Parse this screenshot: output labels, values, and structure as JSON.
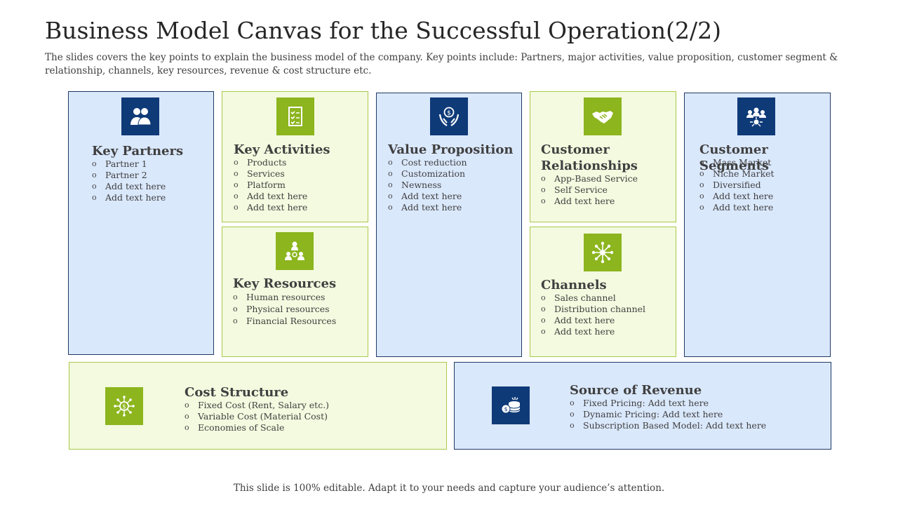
{
  "title": "Business Model Canvas for the Successful Operation(2/2)",
  "subtitle": "The slides covers the key points to explain the business model of the company. Key points include: Partners, major activities, value proposition, customer segment & relationship, channels, key resources, revenue & cost structure etc.",
  "footer": "This slide is 100% editable. Adapt it to your needs and capture your audience’s attention.",
  "colors": {
    "blue_fill": "#dae8fc",
    "green_fill": "#f3fadf",
    "navy_icon": "#0f3a78",
    "lime_icon": "#8cb51e"
  },
  "blocks": {
    "key_partners": {
      "heading": "Key Partners",
      "icon": "people-icon",
      "items": [
        "Partner  1",
        "Partner  2",
        "Add text here",
        "Add text here"
      ]
    },
    "key_activities": {
      "heading": "Key Activities",
      "icon": "checklist-icon",
      "items": [
        "Products",
        "Services",
        "Platform",
        "Add text here",
        "Add text here"
      ]
    },
    "key_resources": {
      "heading": "Key Resources",
      "icon": "team-network-icon",
      "items": [
        "Human resources",
        "Physical resources",
        "Financial Resources"
      ]
    },
    "value_proposition": {
      "heading": "Value Proposition",
      "icon": "money-hands-icon",
      "items": [
        "Cost reduction",
        "Customization",
        "Newness",
        "Add text here",
        "Add text here"
      ]
    },
    "customer_relationships": {
      "heading": "Customer Relationships",
      "icon": "handshake-icon",
      "items": [
        "App-Based  Service",
        "Self Service",
        "Add text here"
      ]
    },
    "channels": {
      "heading": "Channels",
      "icon": "network-hub-icon",
      "items": [
        "Sales channel",
        "Distribution channel",
        "Add text here",
        "Add text here"
      ]
    },
    "customer_segments": {
      "heading": "Customer Segments",
      "icon": "group-icon",
      "items": [
        "Mass Market",
        "Niche Market",
        "Diversified",
        "Add text here",
        "Add text here"
      ]
    },
    "cost_structure": {
      "heading": "Cost Structure",
      "icon": "dollar-network-icon",
      "items": [
        "Fixed Cost (Rent, Salary  etc.)",
        "Variable  Cost (Material  Cost)",
        "Economies of Scale"
      ]
    },
    "source_of_revenue": {
      "heading": "Source of Revenue",
      "icon": "coins-icon",
      "items": [
        "Fixed Pricing: Add text here",
        "Dynamic Pricing: Add text here",
        "Subscription  Based Model: Add text here"
      ]
    }
  }
}
